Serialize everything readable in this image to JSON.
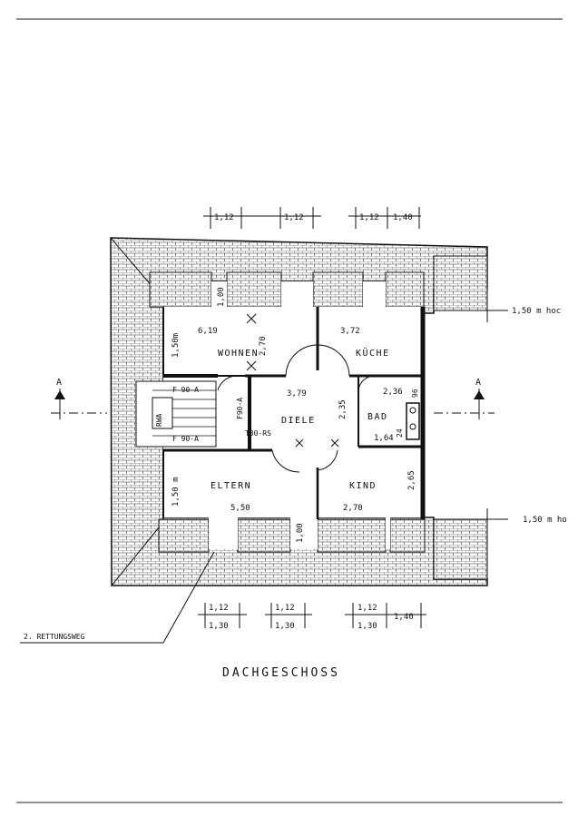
{
  "rooms": {
    "wohnen": "WOHNEN",
    "kueche": "KÜCHE",
    "diele": "DIELE",
    "bad": "BAD",
    "eltern": "ELTERN",
    "kind": "KIND"
  },
  "labels": {
    "rwa": "RWA",
    "f90a_top": "F 90-A",
    "f90a_bottom": "F 90-A",
    "f90a_vertical": "F90-A",
    "t30rs": "T30-RS",
    "rettungsweg": "2. RETTUNGSWEG",
    "section_left": "A",
    "section_right": "A",
    "height_top": "1,50 m hoc",
    "height_bottom": "1,50 m ho",
    "title": "DACHGESCHOSS"
  },
  "dimensions": {
    "top_1": "1,12",
    "top_2": "1,12",
    "top_3": "1,12",
    "top_4": "1,40",
    "bot_a1": "1,12",
    "bot_a2": "1,30",
    "bot_b1": "1,12",
    "bot_b2": "1,30",
    "bot_c1": "1,12",
    "bot_c2": "1,30",
    "bot_c3": "1,40",
    "wohnen_w": "6,19",
    "wohnen_h": "2,70",
    "wohnen_side": "1,50m",
    "wohnen_dormer": "1,00",
    "kueche_w": "3,72",
    "diele_w": "3,79",
    "diele_h": "2,35",
    "bad_w": "2,36",
    "bad_w2": "1,64",
    "bad_side": "96",
    "bad_small": "24",
    "eltern_w": "5,50",
    "eltern_side": "1,50 m",
    "eltern_dormer": "1,00",
    "kind_w": "2,70",
    "kind_h": "2,65"
  }
}
